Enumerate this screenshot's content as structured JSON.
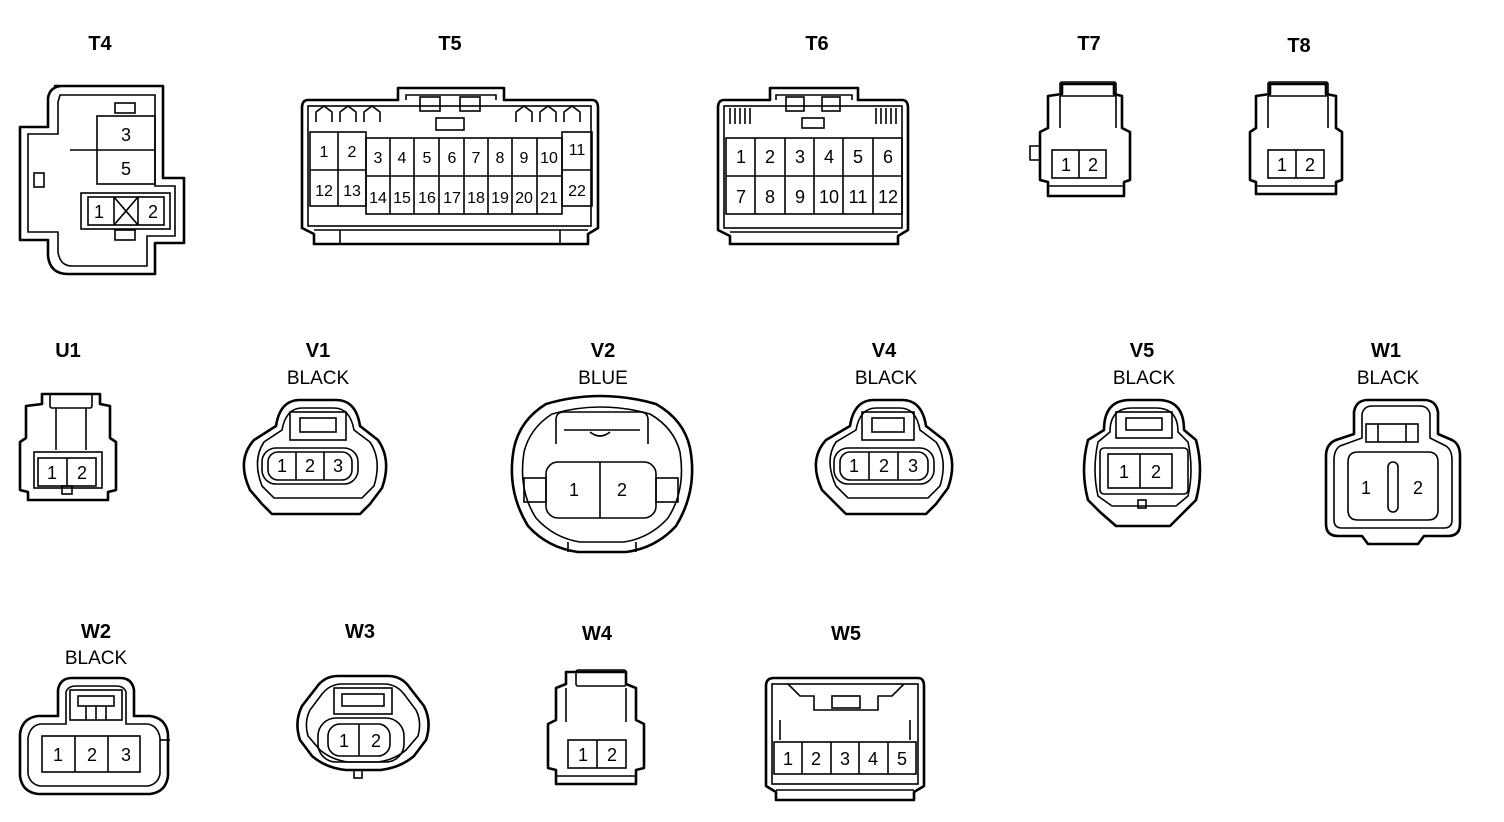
{
  "connectors": {
    "T4": {
      "label": "T4",
      "pins": [
        "3",
        "5",
        "1",
        "2"
      ]
    },
    "T5": {
      "label": "T5",
      "pins": [
        "1",
        "2",
        "3",
        "4",
        "5",
        "6",
        "7",
        "8",
        "9",
        "10",
        "11",
        "12",
        "13",
        "14",
        "15",
        "16",
        "17",
        "18",
        "19",
        "20",
        "21",
        "22"
      ]
    },
    "T6": {
      "label": "T6",
      "pins": [
        "1",
        "2",
        "3",
        "4",
        "5",
        "6",
        "7",
        "8",
        "9",
        "10",
        "11",
        "12"
      ]
    },
    "T7": {
      "label": "T7",
      "pins": [
        "1",
        "2"
      ]
    },
    "T8": {
      "label": "T8",
      "pins": [
        "1",
        "2"
      ]
    },
    "U1": {
      "label": "U1",
      "pins": [
        "1",
        "2"
      ]
    },
    "V1": {
      "label": "V1",
      "color": "BLACK",
      "pins": [
        "1",
        "2",
        "3"
      ]
    },
    "V2": {
      "label": "V2",
      "color": "BLUE",
      "pins": [
        "1",
        "2"
      ]
    },
    "V4": {
      "label": "V4",
      "color": "BLACK",
      "pins": [
        "1",
        "2",
        "3"
      ]
    },
    "V5": {
      "label": "V5",
      "color": "BLACK",
      "pins": [
        "1",
        "2"
      ]
    },
    "W1": {
      "label": "W1",
      "color": "BLACK",
      "pins": [
        "1",
        "2"
      ]
    },
    "W2": {
      "label": "W2",
      "color": "BLACK",
      "pins": [
        "1",
        "2",
        "3"
      ]
    },
    "W3": {
      "label": "W3",
      "pins": [
        "1",
        "2"
      ]
    },
    "W4": {
      "label": "W4",
      "pins": [
        "1",
        "2"
      ]
    },
    "W5": {
      "label": "W5",
      "pins": [
        "1",
        "2",
        "3",
        "4",
        "5"
      ]
    }
  }
}
